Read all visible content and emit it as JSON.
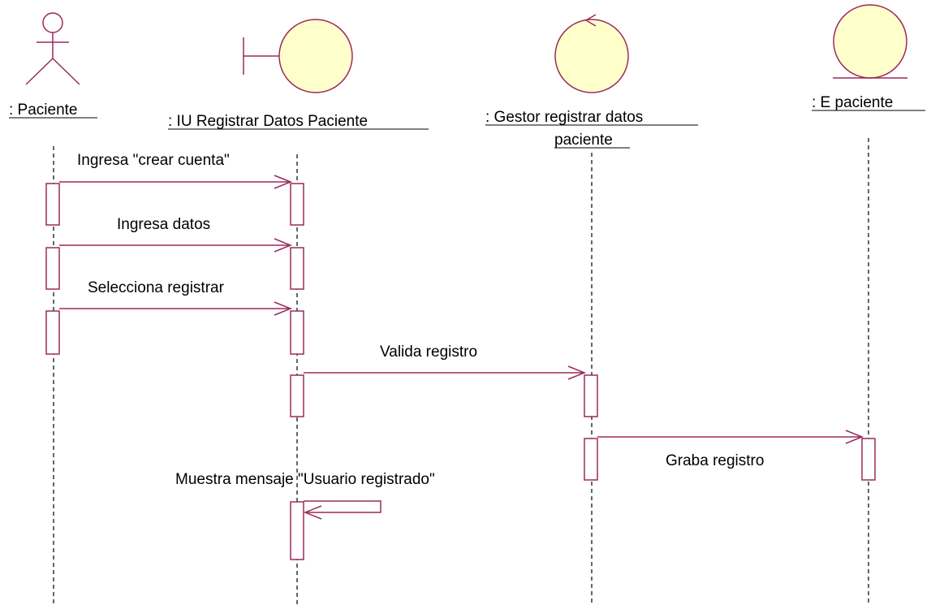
{
  "participants": [
    {
      "id": "paciente",
      "label": ": Paciente",
      "kind": "actor",
      "icon": "actor-icon"
    },
    {
      "id": "iu",
      "label": ": IU  Registrar Datos Paciente",
      "kind": "boundary",
      "icon": "boundary-icon"
    },
    {
      "id": "gestor",
      "label_line1": ": Gestor  registrar datos",
      "label_line2": "paciente",
      "kind": "control",
      "icon": "control-icon"
    },
    {
      "id": "entidad",
      "label": ": E  paciente",
      "kind": "entity",
      "icon": "entity-icon"
    }
  ],
  "messages": [
    {
      "label": "Ingresa \"crear cuenta\"",
      "from": "paciente",
      "to": "iu"
    },
    {
      "label": "Ingresa datos",
      "from": "paciente",
      "to": "iu"
    },
    {
      "label": "Selecciona registrar",
      "from": "paciente",
      "to": "iu"
    },
    {
      "label": "Valida registro",
      "from": "iu",
      "to": "gestor"
    },
    {
      "label": "Graba registro",
      "from": "gestor",
      "to": "entidad"
    },
    {
      "label": "Muestra mensaje \"Usuario registrado\"",
      "from": "iu",
      "to": "iu"
    }
  ],
  "colors": {
    "line": "#9b2b5a",
    "icon_fill": "#ffffcc"
  }
}
